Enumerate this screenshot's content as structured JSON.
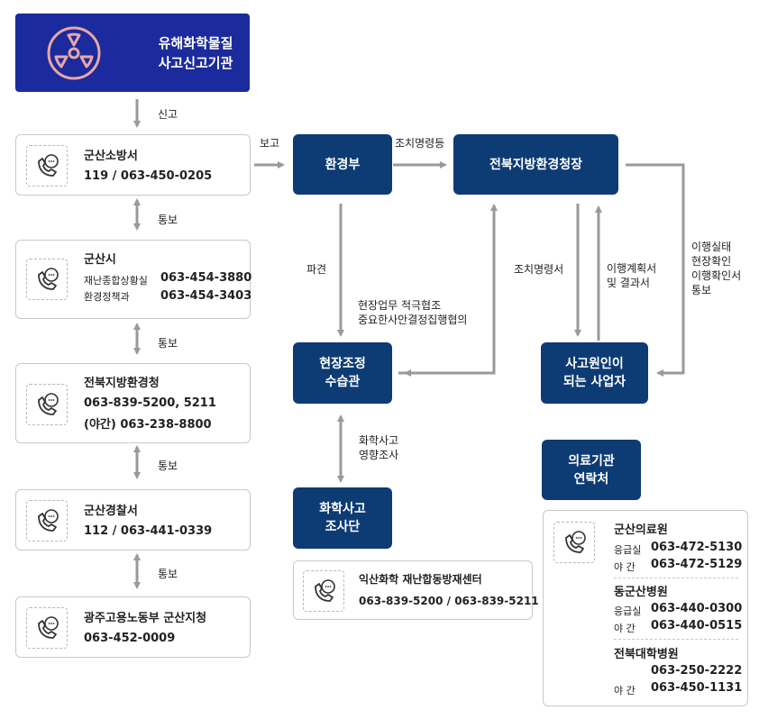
{
  "colors": {
    "header": "#1b2a9c",
    "node": "#0d3b74",
    "arrow": "#9a9a9a",
    "icon": "#d98a8a"
  },
  "header": {
    "title_line1": "유해화학물질",
    "title_line2": "사고신고기관",
    "icon": "radiation-icon"
  },
  "left_column": {
    "report_label": "신고",
    "notify_label": "통보",
    "cards": [
      {
        "name": "군산소방서",
        "line1": "119 / 063-450-0205"
      },
      {
        "name": "군산시",
        "dept1": "재난종합상황실",
        "num1": "063-454-3880",
        "dept2": "환경정책과",
        "num2": "063-454-3403"
      },
      {
        "name": "전북지방환경청",
        "line1": "063-839-5200, 5211",
        "line2": "(야간) 063-238-8800"
      },
      {
        "name": "군산경찰서",
        "line1": "112 / 063-441-0339"
      },
      {
        "name": "광주고용노동부 군산지청",
        "line1": "063-452-0009"
      }
    ]
  },
  "flow": {
    "report_label": "보고",
    "node_moe": "환경부",
    "order_label": "조치명령등",
    "node_jeonbuk": "전북지방환경청장",
    "dispatch_label": "파견",
    "cooperation_line1": "현장업무 적극협조",
    "cooperation_line2": "중요한사안결정집행협의",
    "node_coord_line1": "현장조정",
    "node_coord_line2": "수습관",
    "order2_label": "조치명령서",
    "plan_line1": "이행계획서",
    "plan_line2": "및 결과서",
    "node_operator_line1": "사고원인이",
    "node_operator_line2": "되는 사업자",
    "check_lines": [
      "이행실태",
      "현장확인",
      "이행확인서",
      "통보"
    ],
    "investigation_line1": "화학사고",
    "investigation_line2": "영향조사",
    "node_team_line1": "화학사고",
    "node_team_line2": "조사단",
    "center_name": "익산화학 재난합동방재센터",
    "center_number": "063-839-5200 / 063-839-5211"
  },
  "medical": {
    "title_line1": "의료기관",
    "title_line2": "연락처",
    "hospitals": [
      {
        "name": "군산의료원",
        "rows": [
          {
            "label": "응급실",
            "number": "063-472-5130"
          },
          {
            "label": "야 간",
            "number": "063-472-5129"
          }
        ]
      },
      {
        "name": "동군산병원",
        "rows": [
          {
            "label": "응급실",
            "number": "063-440-0300"
          },
          {
            "label": "야 간",
            "number": "063-440-0515"
          }
        ]
      },
      {
        "name": "전북대학병원",
        "rows": [
          {
            "label": "",
            "number": "063-250-2222"
          },
          {
            "label": "야 간",
            "number": "063-450-1131"
          }
        ]
      }
    ]
  }
}
